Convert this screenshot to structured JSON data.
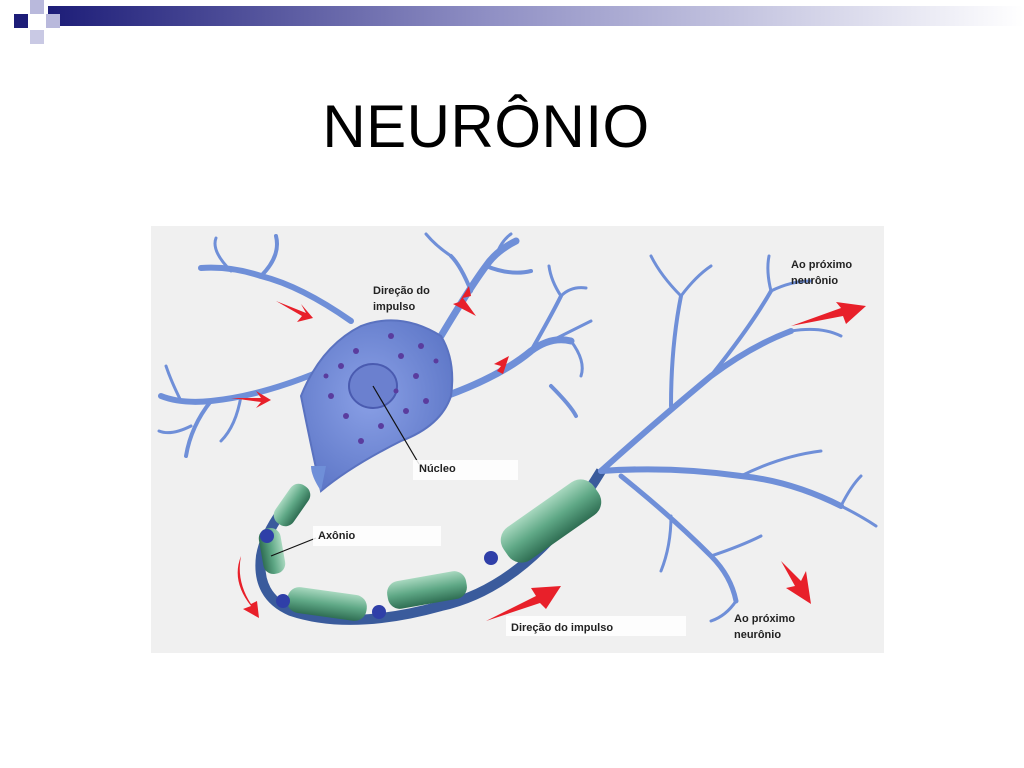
{
  "slide": {
    "title": "NEURÔNIO"
  },
  "diagram": {
    "labels": {
      "impulse_direction_top_line1": "Direção do",
      "impulse_direction_top_line2": "impulso",
      "nucleus": "Núcleo",
      "axon": "Axônio",
      "impulse_direction_bottom": "Direção do impulso",
      "next_neuron_top_line1": "Ao próximo",
      "next_neuron_top_line2": "neurônio",
      "next_neuron_bottom_line1": "Ao próximo",
      "next_neuron_bottom_line2": "neurônio"
    },
    "colors": {
      "dendrite": "#6f8fd8",
      "cell_body": "#7088d6",
      "nucleus_dots": "#5a3c9e",
      "myelin": "#5fa886",
      "node": "#2f3fa8",
      "arrow": "#e8202a",
      "background": "#f0f0f0"
    }
  },
  "decor": {
    "band_dark": "#1d1d78",
    "band_light": "#b9b9dc"
  }
}
